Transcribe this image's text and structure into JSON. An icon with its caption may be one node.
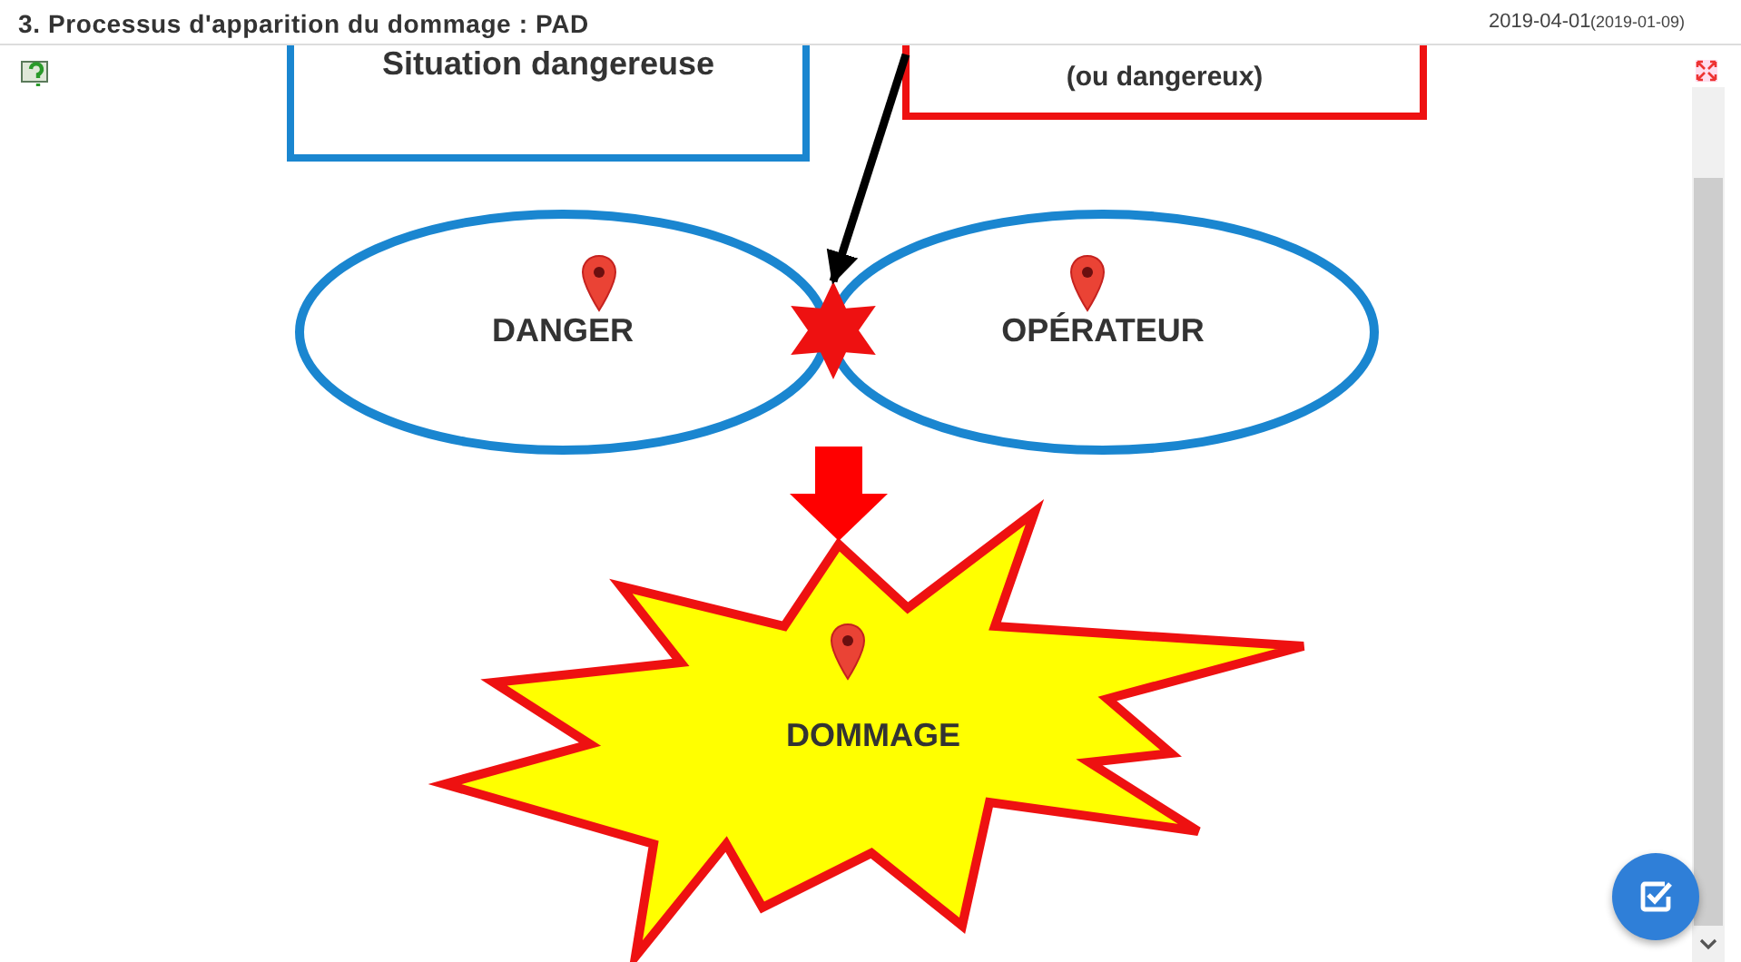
{
  "diagram": {
    "title": "3. Processus d'apparition du dommage : PAD",
    "nodes": [
      {
        "text": [
          "Situation dangereuse"
        ]
      },
      {
        "text": [
          "(ou dangereux)"
        ]
      },
      {
        "text": [
          "DANGER"
        ]
      },
      {
        "text": [
          "OPÉRATEUR"
        ]
      },
      {
        "text": [],
        "shape": "star"
      },
      {
        "text": [
          "DOMMAGE"
        ]
      }
    ],
    "edges": [
      {
        "from": 1,
        "to": 4,
        "arrow": "to"
      },
      {
        "from": null,
        "to": 5,
        "arrow": "to",
        "style": "thick",
        "color": "#ff0000"
      }
    ],
    "labels": [
      "2019-04-01",
      "(2019-01-09)"
    ]
  }
}
